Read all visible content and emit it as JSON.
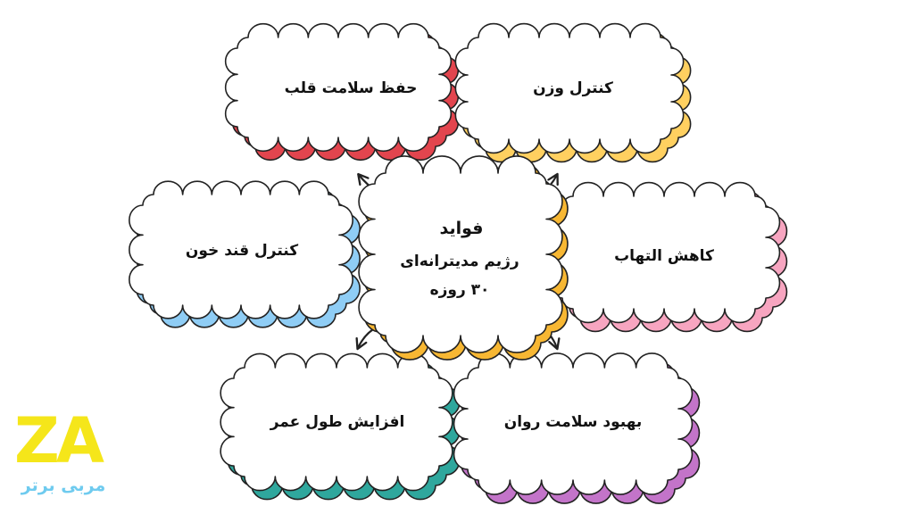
{
  "center": {
    "title": "فواید",
    "line2": "رژیم مدیترانه‌ای",
    "line3": "۳۰ روزه",
    "accent": "#F7B733"
  },
  "nodes": [
    {
      "id": "heart",
      "label": "حفظ سلامت قلب",
      "accent": "#E2454E"
    },
    {
      "id": "weight",
      "label": "کنترل وزن",
      "accent": "#FFD060"
    },
    {
      "id": "sugar",
      "label": "کنترل قند خون",
      "accent": "#8FCDF5"
    },
    {
      "id": "inflammation",
      "label": "کاهش التهاب",
      "accent": "#F7A5C0"
    },
    {
      "id": "longevity",
      "label": "افزایش طول عمر",
      "accent": "#2FA79D"
    },
    {
      "id": "mental",
      "label": "بهبود سلامت روان",
      "accent": "#C374C9"
    }
  ],
  "logo": {
    "mark": "ZA",
    "subtitle": "مربی برتر",
    "mark_color": "#F5E61A",
    "subtitle_color": "#6FCBEF"
  }
}
